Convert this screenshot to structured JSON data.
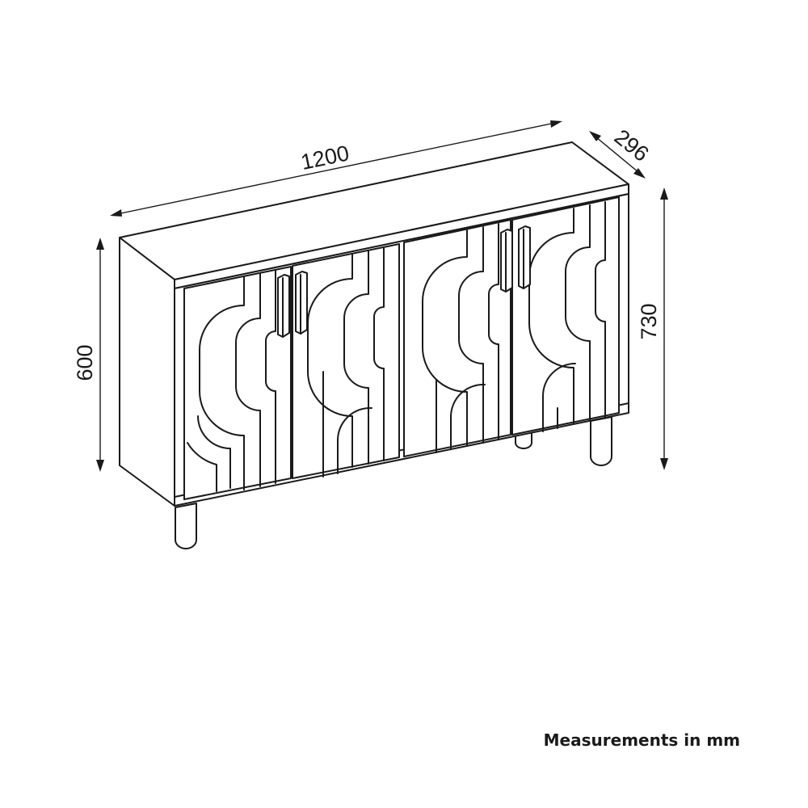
{
  "dimensions": {
    "width": "1200",
    "depth": "296",
    "height_body": "600",
    "height_total": "730"
  },
  "caption": "Measurements in mm",
  "colors": {
    "line": "#1a1a1a",
    "background": "#ffffff"
  }
}
